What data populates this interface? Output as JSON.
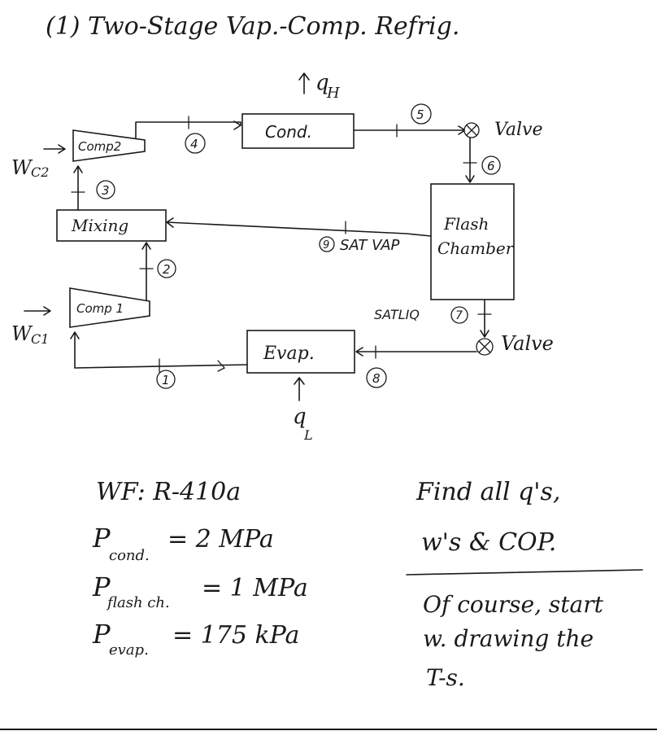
{
  "title": "(1) Two-Stage Vap.-Comp. Refrig.",
  "heat_out": "q",
  "heat_out_sub": "H",
  "heat_in": "q",
  "heat_in_sub": "L",
  "components": {
    "comp2": "Comp2",
    "comp1": "Comp 1",
    "mixing": "Mixing",
    "cond": "Cond.",
    "evap": "Evap.",
    "flash_line1": "Flash",
    "flash_line2": "Chamber",
    "valve_top": "Valve",
    "valve_bottom": "Valve"
  },
  "work": {
    "wc2": "W",
    "wc2_sub": "C2",
    "wc1": "W",
    "wc1_sub": "C1"
  },
  "states": [
    "1",
    "2",
    "3",
    "4",
    "5",
    "6",
    "7",
    "8",
    "9"
  ],
  "state_labels": {
    "sat_vap": "SAT VAP",
    "sat_liq": "SATLIQ"
  },
  "given": {
    "wf": "WF: R-410a",
    "p_cond": "P",
    "p_cond_sub": "cond.",
    "p_cond_val": "= 2 MPa",
    "p_flash": "P",
    "p_flash_sub": "flash ch.",
    "p_flash_val": "= 1 MPa",
    "p_evap": "P",
    "p_evap_sub": "evap.",
    "p_evap_val": "= 175 kPa"
  },
  "task": {
    "line1": "Find all q's,",
    "line2": "w's & COP.",
    "line3": "Of course, start",
    "line4": "w. drawing the",
    "line5": "T-s."
  }
}
